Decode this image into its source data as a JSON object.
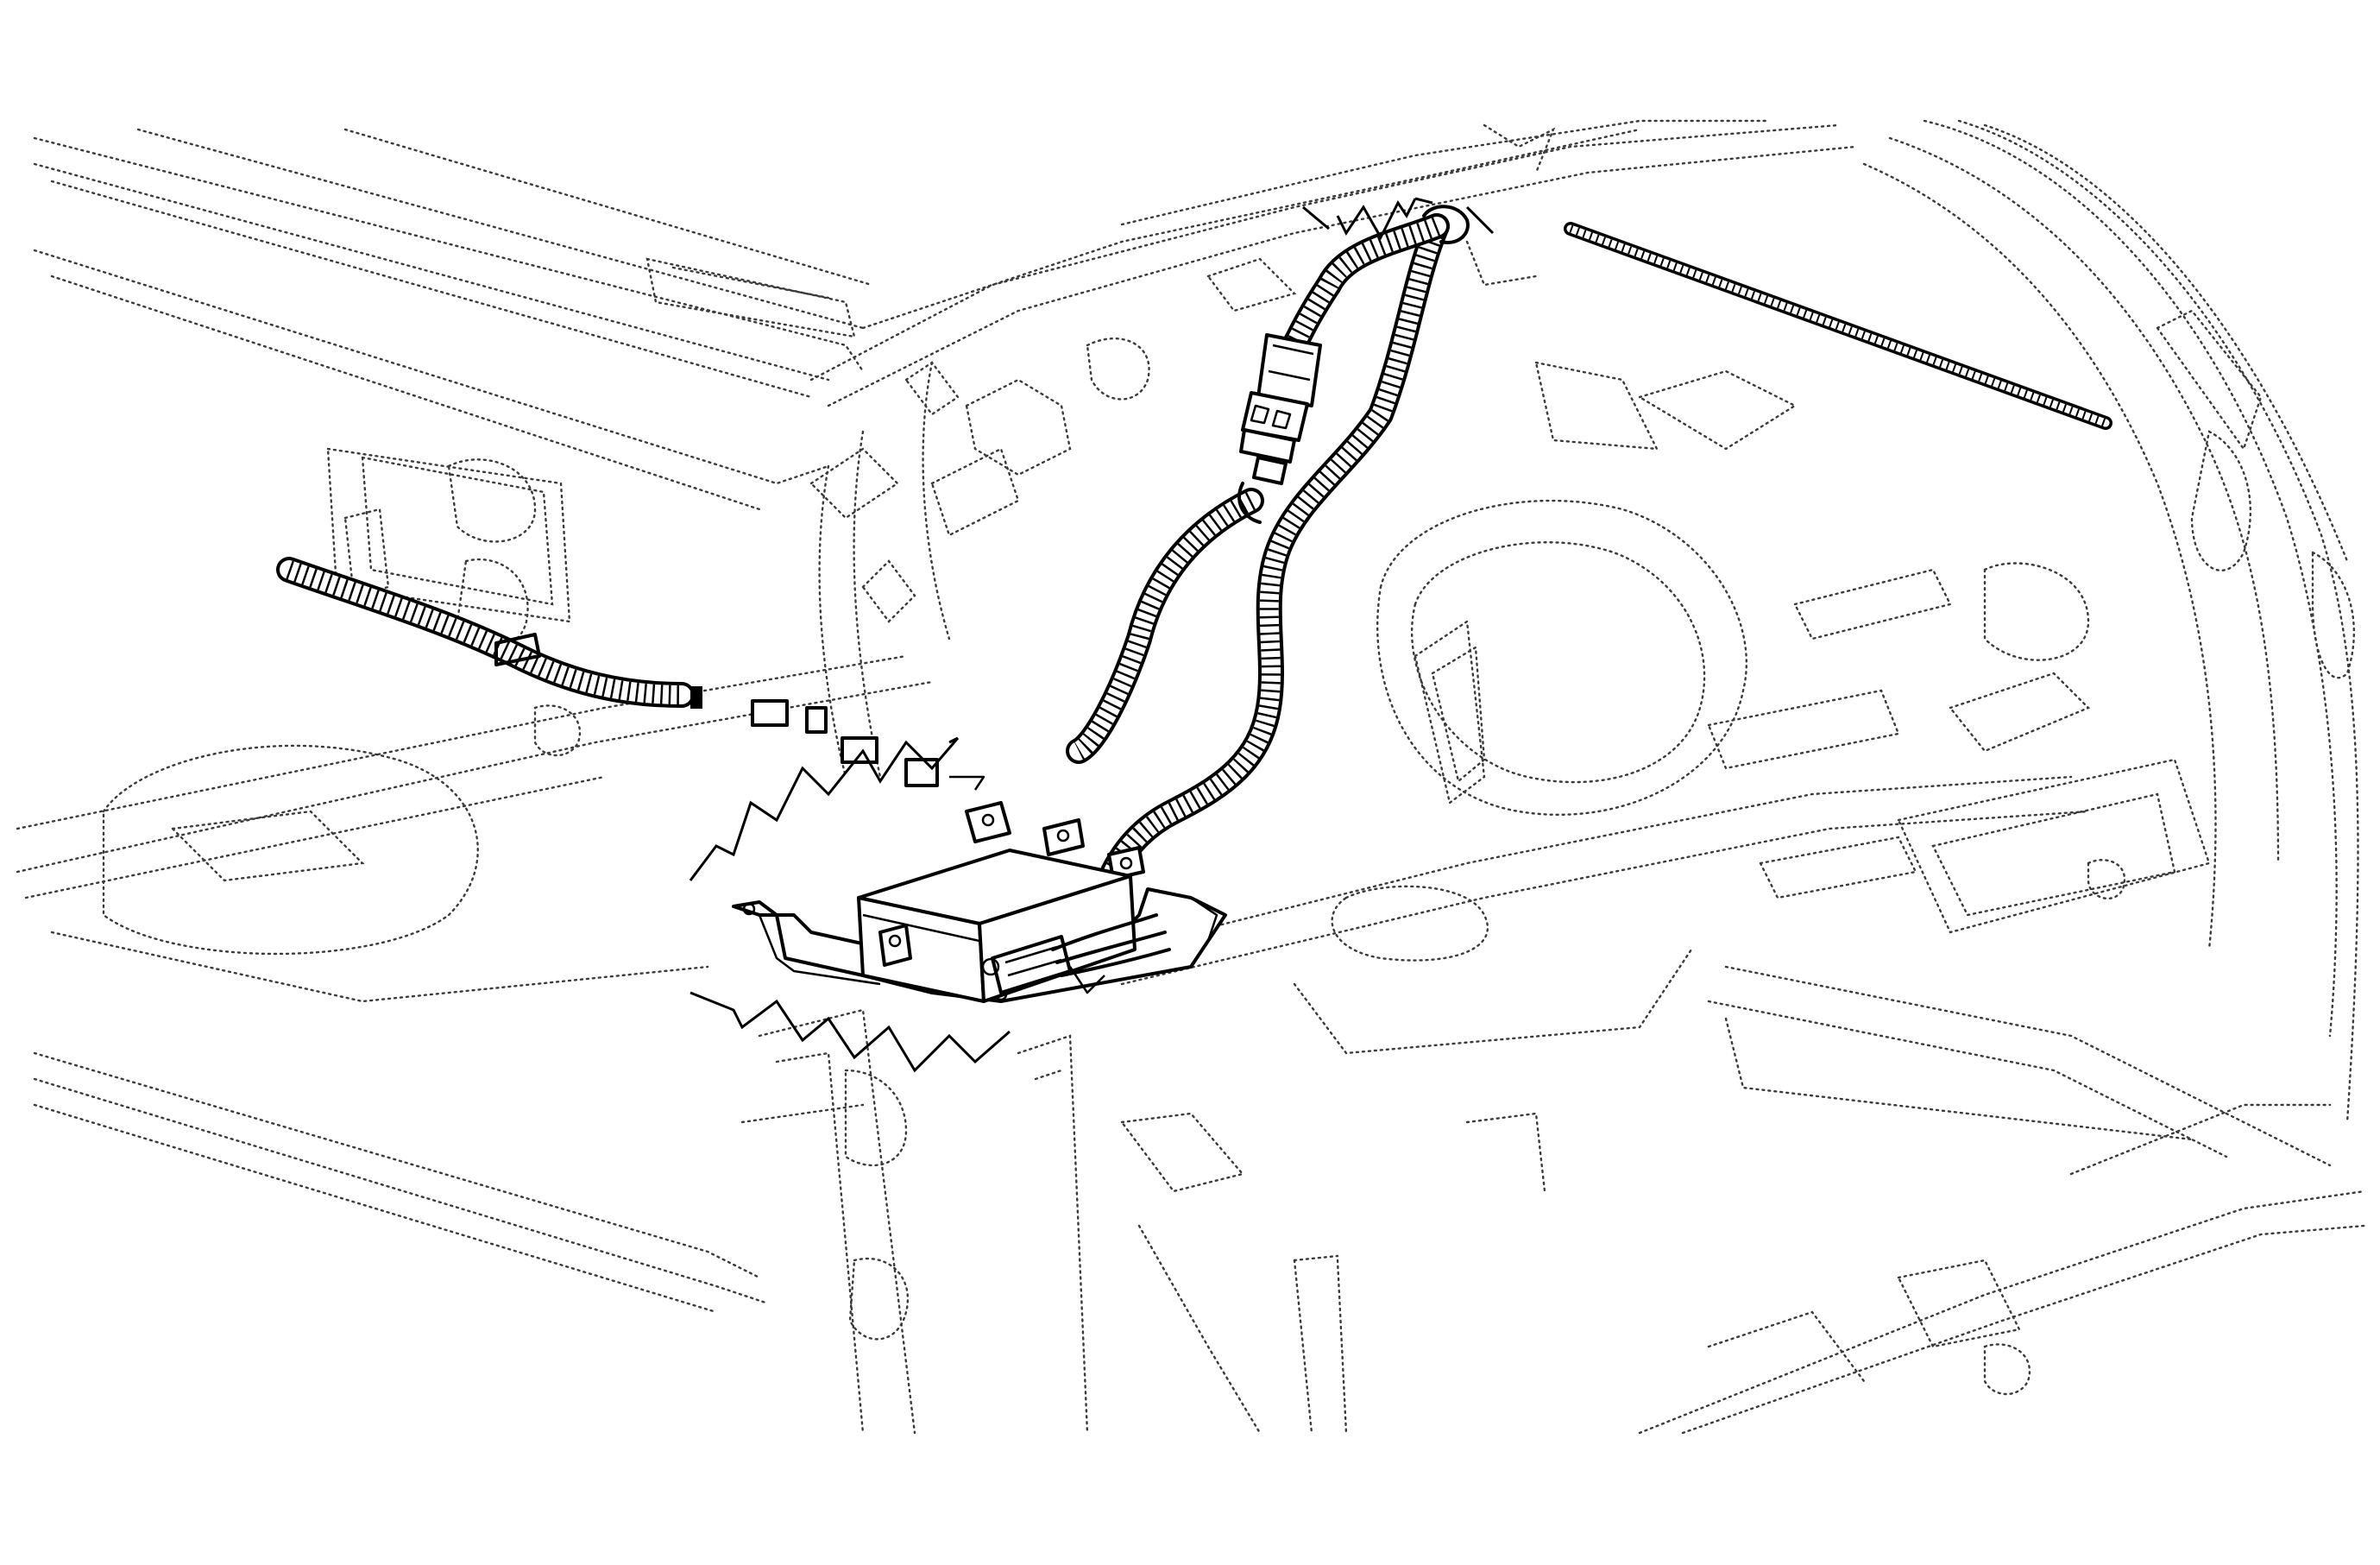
{
  "figure": {
    "background": "#ffffff",
    "line_color": "#000000",
    "ghost_line_color": "#3a3a3a",
    "components": [
      "vehicle-body-ghost-outline",
      "wiring-harness",
      "electrical-connector",
      "control-module",
      "mounting-bracket",
      "break-lines"
    ]
  }
}
